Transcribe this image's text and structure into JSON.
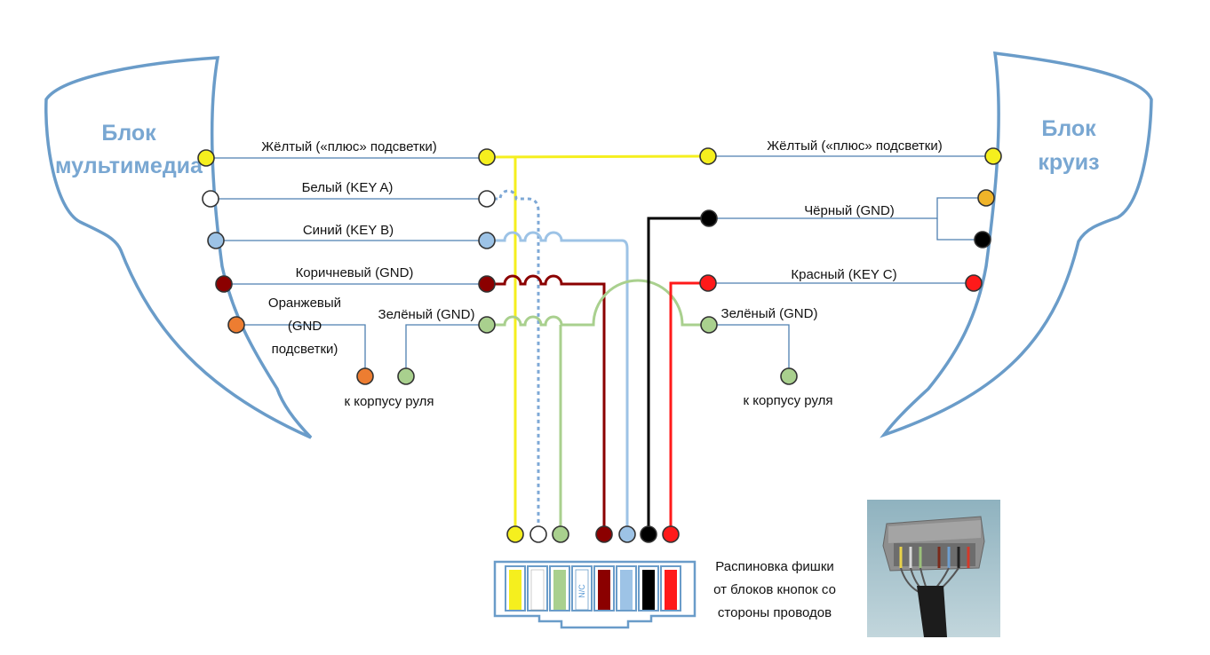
{
  "left_block": {
    "title_line1": "Блок",
    "title_line2": "мультимедиа"
  },
  "right_block": {
    "title_line1": "Блок",
    "title_line2": "круиз"
  },
  "left_wires": {
    "yellow": "Жёлтый («плюс» подсветки)",
    "white": "Белый (KEY A)",
    "blue": "Синий (KEY B)",
    "brown": "Коричневый (GND)",
    "orange_line1": "Оранжевый",
    "orange_line2": "(GND",
    "orange_line3": "подсветки)",
    "green": "Зелёный (GND)",
    "body_ground": "к корпусу руля"
  },
  "right_wires": {
    "yellow": "Жёлтый («плюс» подсветки)",
    "black": "Чёрный (GND)",
    "red": "Красный (KEY C)",
    "green": "Зелёный (GND)",
    "body_ground": "к корпусу руля"
  },
  "connector": {
    "nc_label": "N/C",
    "caption_line1": "Распиновка фишки",
    "caption_line2": "от блоков кнопок со",
    "caption_line3": "стороны проводов"
  },
  "colors": {
    "yellow": "#f5ef1e",
    "white": "#ffffff",
    "green": "#a9d08e",
    "blue": "#9dc3e6",
    "brown": "#8b0000",
    "black": "#000000",
    "red": "#ff1a1a",
    "orange": "#ed7d31",
    "outline": "#5b9bd5"
  }
}
